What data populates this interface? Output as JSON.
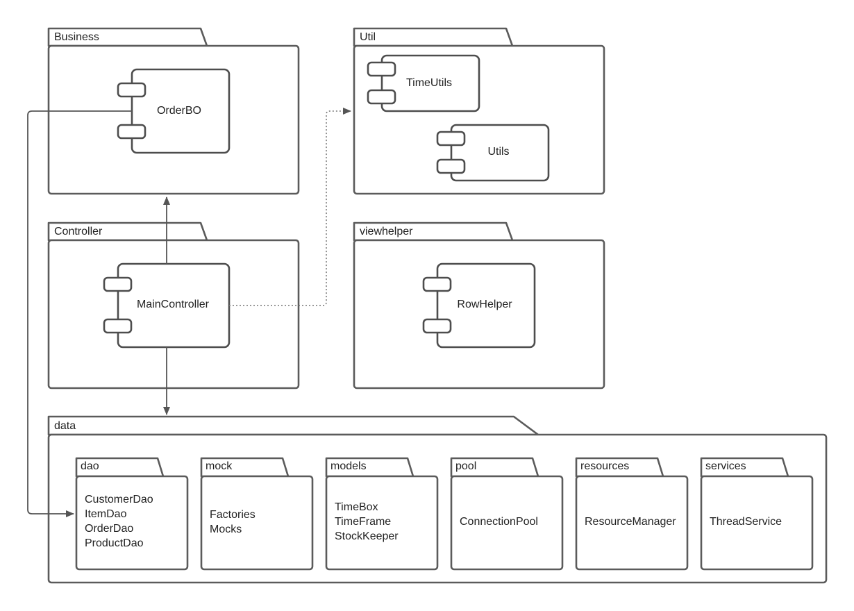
{
  "packages": {
    "business": "Business",
    "util": "Util",
    "controller": "Controller",
    "viewhelper": "viewhelper",
    "data": "data"
  },
  "components": {
    "order_bo": "OrderBO",
    "time_utils": "TimeUtils",
    "utils": "Utils",
    "main_controller": "MainController",
    "row_helper": "RowHelper"
  },
  "subpackages": [
    {
      "name": "dao",
      "items": [
        "CustomerDao",
        "ItemDao",
        "OrderDao",
        "ProductDao"
      ]
    },
    {
      "name": "mock",
      "items": [
        "Factories",
        "Mocks"
      ]
    },
    {
      "name": "models",
      "items": [
        "TimeBox",
        "TimeFrame",
        "StockKeeper"
      ]
    },
    {
      "name": "pool",
      "items": [
        "ConnectionPool"
      ]
    },
    {
      "name": "resources",
      "items": [
        "ResourceManager"
      ]
    },
    {
      "name": "services",
      "items": [
        "ThreadService"
      ]
    }
  ],
  "colors": {
    "stroke": "#5b5b5b",
    "text": "#222222",
    "background": "#ffffff"
  }
}
